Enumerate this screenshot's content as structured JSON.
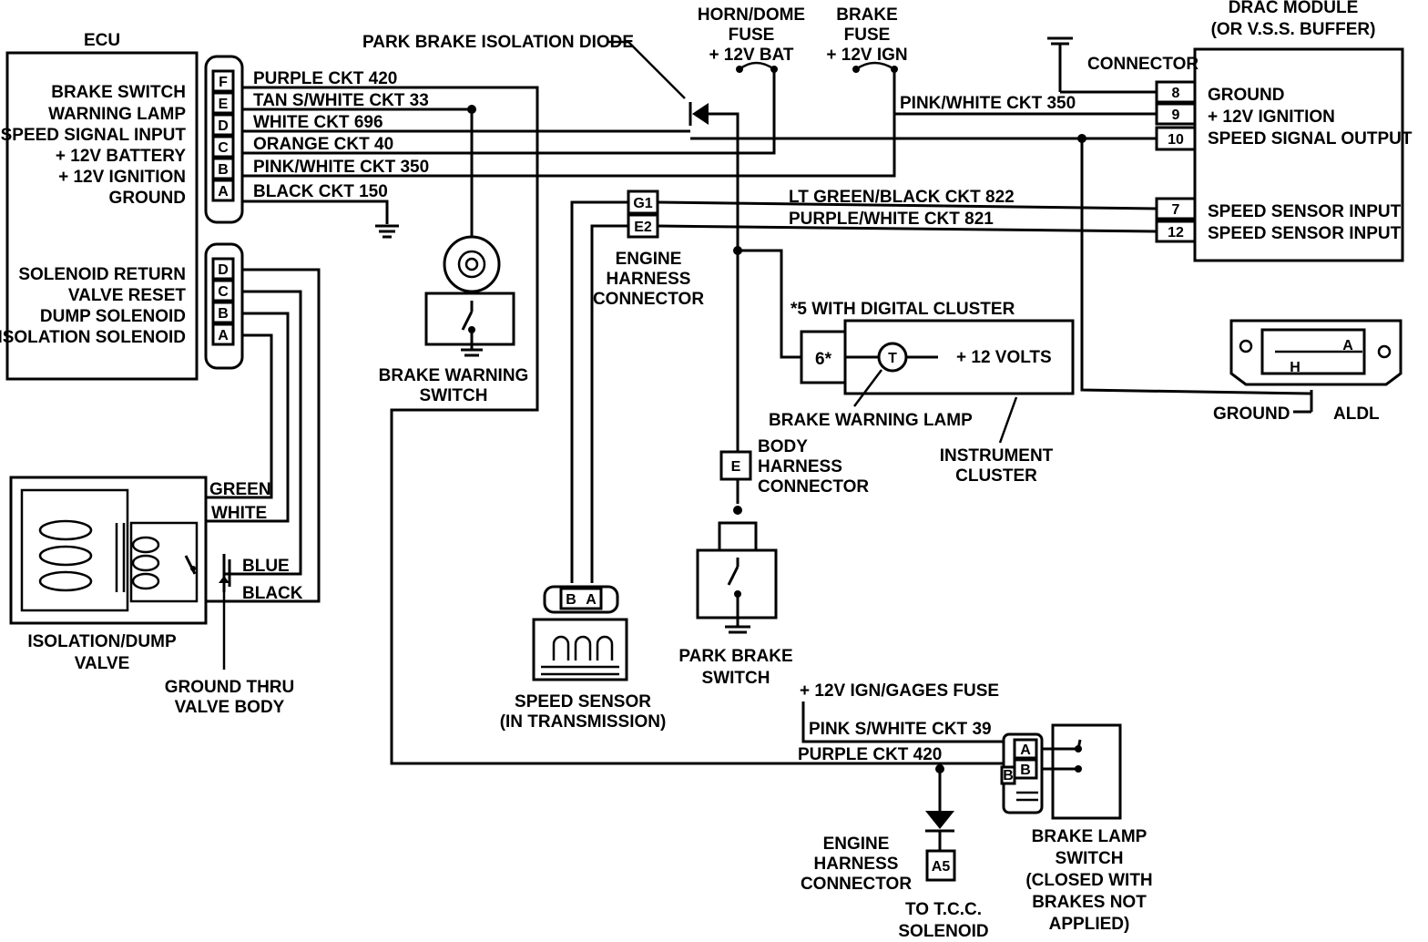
{
  "ecu": {
    "title": "ECU",
    "inputs": [
      "BRAKE SWITCH",
      "WARNING LAMP",
      "SPEED SIGNAL INPUT",
      "+ 12V BATTERY",
      "+ 12V IGNITION",
      "GROUND"
    ],
    "outputs": [
      "SOLENOID RETURN",
      "VALVE RESET",
      "DUMP SOLENOID",
      "ISOLATION SOLENOID"
    ],
    "conn1_pins": [
      "F",
      "E",
      "D",
      "C",
      "B",
      "A"
    ],
    "conn2_pins": [
      "D",
      "C",
      "B",
      "A"
    ]
  },
  "circuits": {
    "ckt420": "PURPLE CKT 420",
    "ckt33": "TAN S/WHITE CKT 33",
    "ckt696": "WHITE CKT 696",
    "ckt40": "ORANGE CKT 40",
    "ckt350": "PINK/WHITE CKT 350",
    "ckt150": "BLACK CKT 150",
    "ckt350_drac": "PINK/WHITE CKT 350",
    "ckt822": "LT GREEN/BLACK CKT 822",
    "ckt821": "PURPLE/WHITE CKT 821",
    "ckt39": "PINK S/WHITE CKT 39",
    "ckt420_bottom": "PURPLE CKT 420"
  },
  "fuses": {
    "horn_dome": [
      "HORN/DOME",
      "FUSE",
      "+ 12V BAT"
    ],
    "brake": [
      "BRAKE",
      "FUSE",
      "+ 12V IGN"
    ]
  },
  "drac": {
    "title": [
      "DRAC MODULE",
      "(OR V.S.S. BUFFER)"
    ],
    "connector_label": "CONNECTOR",
    "pins": [
      "8",
      "9",
      "10",
      "7",
      "12"
    ],
    "pin_labels": [
      "GROUND",
      "+ 12V IGNITION",
      "SPEED SIGNAL OUTPUT",
      "SPEED SENSOR INPUT",
      "SPEED SENSOR INPUT"
    ]
  },
  "components": {
    "park_brake_diode": "PARK BRAKE ISOLATION DIODE",
    "brake_warning_switch": [
      "BRAKE WARNING",
      "SWITCH"
    ],
    "engine_harness_connector": [
      "ENGINE",
      "HARNESS",
      "CONNECTOR"
    ],
    "g1": "G1",
    "e2": "E2",
    "digital_cluster_note": "*5 WITH DIGITAL CLUSTER",
    "cluster_pin": "6*",
    "plus_12_volts": "+ 12 VOLTS",
    "brake_warning_lamp": "BRAKE WARNING LAMP",
    "instrument_cluster": [
      "INSTRUMENT",
      "CLUSTER"
    ],
    "body_harness_connector": [
      "BODY",
      "HARNESS",
      "CONNECTOR"
    ],
    "body_pin": "E",
    "park_brake_switch": [
      "PARK BRAKE",
      "SWITCH"
    ],
    "speed_sensor": [
      "SPEED SENSOR",
      "(IN TRANSMISSION)"
    ],
    "speed_sensor_pins": [
      "B",
      "A"
    ],
    "aldl": "ALDL",
    "aldl_ground": "GROUND",
    "aldl_pins": [
      "A",
      "H"
    ],
    "isolation_valve": [
      "ISOLATION/DUMP",
      "VALVE"
    ],
    "valve_wires": [
      "GREEN",
      "WHITE",
      "BLUE",
      "BLACK"
    ],
    "ground_thru_valve": [
      "GROUND THRU",
      "VALVE BODY"
    ],
    "gages_fuse": "+ 12V IGN/GAGES FUSE",
    "engine_harness_connector_2": [
      "ENGINE",
      "HARNESS",
      "CONNECTOR"
    ],
    "a5": "A5",
    "tcc": [
      "TO T.C.C.",
      "SOLENOID"
    ],
    "brake_lamp_switch": [
      "BRAKE LAMP",
      "SWITCH",
      "(CLOSED WITH",
      "BRAKES NOT",
      "APPLIED)"
    ],
    "brake_lamp_pins": [
      "A",
      "B",
      "B"
    ]
  }
}
